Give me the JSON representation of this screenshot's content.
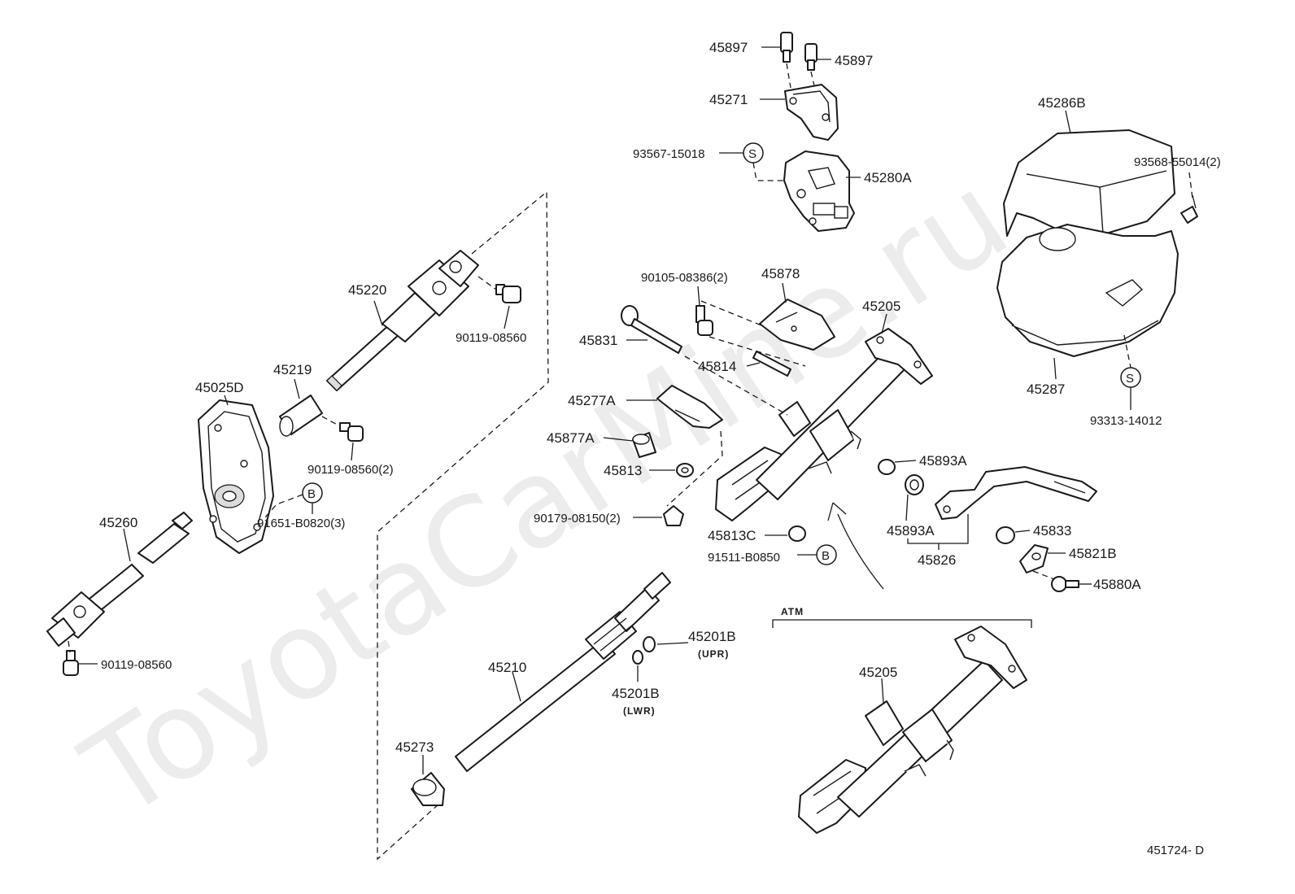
{
  "diagram": {
    "watermark": "ToyotaCarMine.ru",
    "drawing_number": "451724- D",
    "section_label": "ATM",
    "callout_letters": {
      "B": "B",
      "S": "S"
    },
    "parts": {
      "p45897a": "45897",
      "p45897b": "45897",
      "p45271": "45271",
      "p93567": "93567-15018",
      "p45280A": "45280A",
      "p45286B": "45286B",
      "p93568": "93568-55014(2)",
      "p45287": "45287",
      "p93313": "93313-14012",
      "p45220": "45220",
      "p90119a": "90119-08560",
      "p45219": "45219",
      "p45025D": "45025D",
      "p90119b": "90119-08560(2)",
      "p91651": "91651-B0820(3)",
      "p45260": "45260",
      "p90119c": "90119-08560",
      "p90105": "90105-08386(2)",
      "p45878": "45878",
      "p45831": "45831",
      "p45814": "45814",
      "p45205a": "45205",
      "p45277A": "45277A",
      "p45877A": "45877A",
      "p45813": "45813",
      "p90179": "90179-08150(2)",
      "p45893Aa": "45893A",
      "p45893Ab": "45893A",
      "p45813C": "45813C",
      "p91511": "91511-B0850",
      "p45826": "45826",
      "p45833": "45833",
      "p45821B": "45821B",
      "p45880A": "45880A",
      "p45201Bu": "45201B",
      "p45201Bu_sub": "(UPR)",
      "p45201Bl": "45201B",
      "p45201Bl_sub": "(LWR)",
      "p45210": "45210",
      "p45273": "45273",
      "p45205b": "45205"
    }
  }
}
